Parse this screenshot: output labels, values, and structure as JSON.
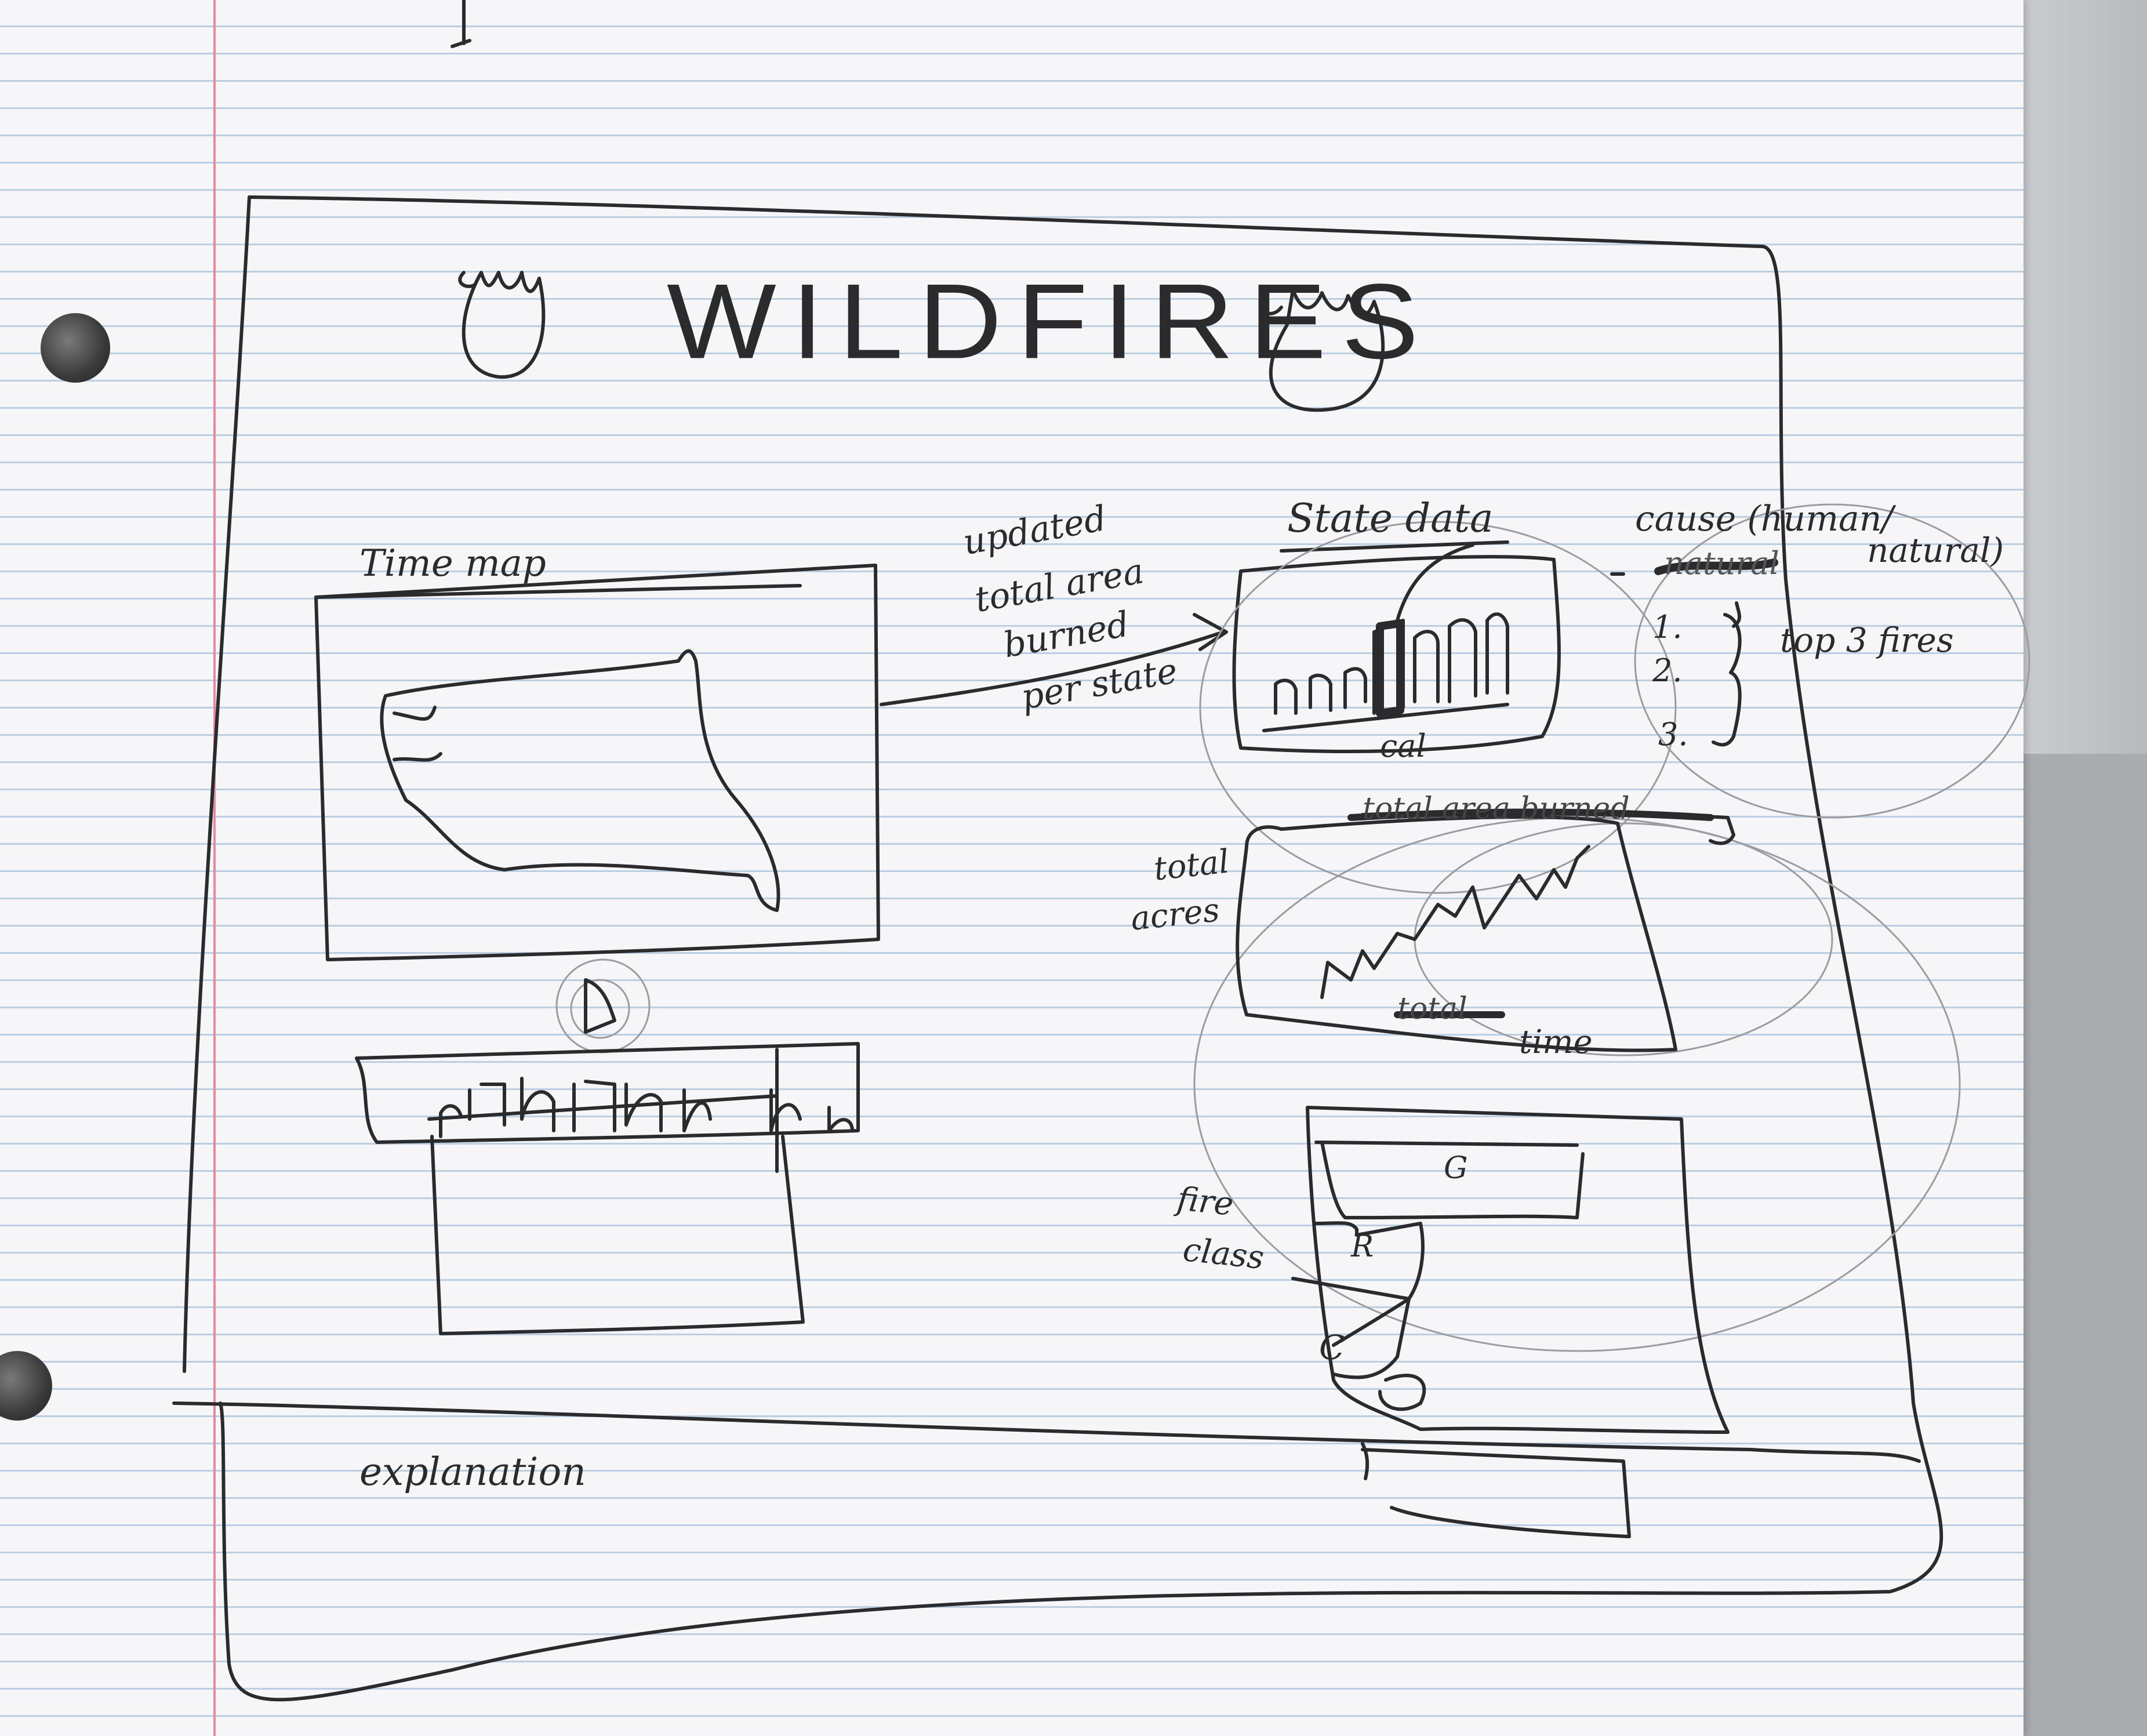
{
  "title": "WILDFIRES",
  "labels": {
    "time_map": "Time map",
    "arrow_note": [
      "updated",
      "total area",
      "burned",
      "per state"
    ],
    "state_data": "State data",
    "bar_chart_axis": "cal",
    "cause": "cause (human/",
    "cause_natural": "natural)",
    "cause_struck": "natural",
    "list_items": [
      "1.",
      "2.",
      "3."
    ],
    "top_fires": "top 3 fires",
    "line_chart_struck_title": "total area burned",
    "line_chart_ylabel": [
      "total",
      "acres"
    ],
    "line_chart_struck_x": "total",
    "line_chart_xlabel": "time",
    "fire_class": [
      "fire",
      "class"
    ],
    "class_letters": [
      "G",
      "R",
      "C"
    ],
    "explanation": "explanation"
  },
  "colors": {
    "ink": "#2b2b2e",
    "pencil": "#9b9ba0",
    "paper_rule": "#b8cbe0",
    "margin": "#e48a9c"
  },
  "icons": [
    "flame-icon",
    "flame-icon",
    "play-button-icon"
  ]
}
